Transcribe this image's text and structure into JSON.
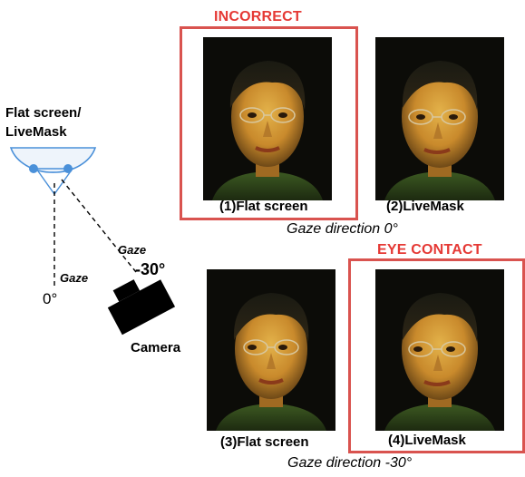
{
  "labels": {
    "incorrect": "INCORRECT",
    "eye_contact": "EYE CONTACT",
    "device_line1": "Flat screen/",
    "device_line2": "LiveMask",
    "gaze_vertical": "Gaze",
    "gaze_diagonal": "Gaze",
    "angle_zero": "0°",
    "angle_minus30": "-30°",
    "camera": "Camera"
  },
  "panels": [
    {
      "caption": "(1)Flat screen"
    },
    {
      "caption": "(2)LiveMask"
    },
    {
      "caption": "(3)Flat screen"
    },
    {
      "caption": "(4)LiveMask"
    }
  ],
  "gaze_directions": {
    "top": "Gaze direction 0°",
    "bottom": "Gaze direction -30°"
  },
  "colors": {
    "highlight": "#d9534f",
    "label_red": "#e53935",
    "eye_blue": "#4a90d9"
  }
}
